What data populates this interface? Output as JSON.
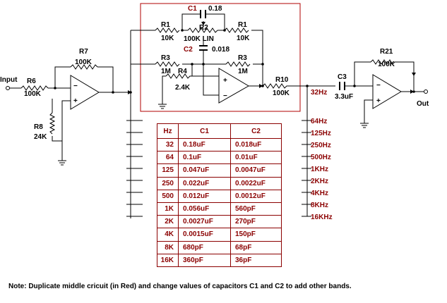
{
  "labels": {
    "input": "Input",
    "output": "Out",
    "r6": {
      "name": "R6",
      "value": "100K"
    },
    "r7": {
      "name": "R7",
      "value": "100K"
    },
    "r8": {
      "name": "R8",
      "value": "24K"
    },
    "r1a": {
      "name": "R1",
      "value": "10K"
    },
    "r1b": {
      "name": "R1",
      "value": "10K"
    },
    "r2": {
      "name": "R2",
      "value": "100K LIN"
    },
    "c1": {
      "name": "C1",
      "value": "0.18"
    },
    "c2": {
      "name": "C2",
      "value": "0.018"
    },
    "r3a": {
      "name": "R3",
      "value": "1M"
    },
    "r3b": {
      "name": "R3",
      "value": "1M"
    },
    "r4": {
      "name": "R4",
      "value": "2.4K"
    },
    "r10": {
      "name": "R10",
      "value": "100K"
    },
    "c3": {
      "name": "C3",
      "value": "3.3uF"
    },
    "r21": {
      "name": "R21",
      "value": "100K"
    }
  },
  "bands": [
    "32Hz",
    "64Hz",
    "125Hz",
    "250Hz",
    "500Hz",
    "1KHz",
    "2KHz",
    "4KHz",
    "8KHz",
    "16KHz"
  ],
  "table": {
    "headers": [
      "Hz",
      "C1",
      "C2"
    ],
    "rows": [
      [
        "32",
        "0.18uF",
        "0.018uF"
      ],
      [
        "64",
        "0.1uF",
        "0.01uF"
      ],
      [
        "125",
        "0.047uF",
        "0.0047uF"
      ],
      [
        "250",
        "0.022uF",
        "0.0022uF"
      ],
      [
        "500",
        "0.012uF",
        "0.0012uF"
      ],
      [
        "1K",
        "0.056uF",
        "560pF"
      ],
      [
        "2K",
        "0.0027uF",
        "270pF"
      ],
      [
        "4K",
        "0.0015uF",
        "150pF"
      ],
      [
        "8K",
        "680pF",
        "68pF"
      ],
      [
        "16K",
        "360pF",
        "36pF"
      ]
    ]
  },
  "note": "Note: Duplicate middle cricuit (in Red) and change values of capacitors C1 and C2 to add other bands.",
  "colors": {
    "accent": "#8b0000",
    "box": "#b00000",
    "wire": "#000000"
  }
}
